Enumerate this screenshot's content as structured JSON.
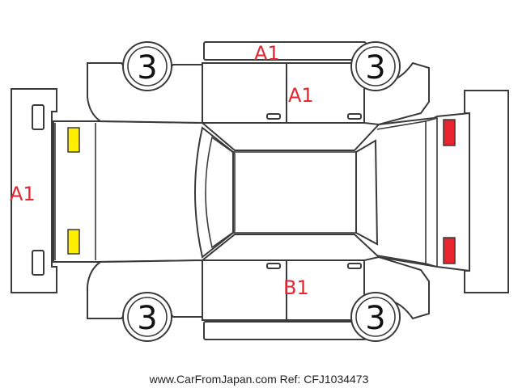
{
  "diagram": {
    "panel_labels": {
      "roof_top": "A1",
      "front_bumper": "A1",
      "upper_door": "A1",
      "lower_door": "B1"
    },
    "wheels": {
      "front_left": "3",
      "rear_left": "3",
      "front_right": "3",
      "rear_right": "3"
    },
    "lamp_colors": {
      "headlamp": "#ffee00",
      "taillamp": "#e8242e"
    },
    "damage_code_color": "#e8242e"
  },
  "footer": {
    "watermark": "www.CarFromJapan.com Ref: CFJ1034473"
  }
}
